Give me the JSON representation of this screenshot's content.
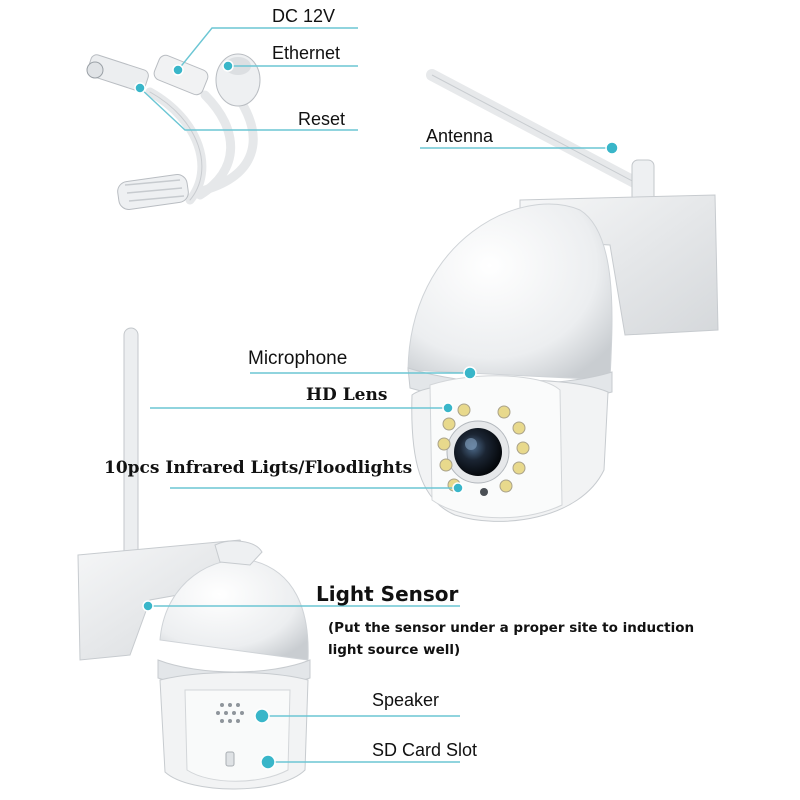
{
  "labels": {
    "dc": "DC 12V",
    "ethernet": "Ethernet",
    "reset": "Reset",
    "antenna": "Antenna",
    "microphone": "Microphone",
    "hd_lens": "HD Lens",
    "infrared": "10pcs Infrared Ligts/Floodlights",
    "light_sensor": "Light Sensor",
    "light_sensor_note": "(Put the sensor under a proper site to induction light source well)",
    "speaker": "Speaker",
    "sd_card": "SD Card Slot"
  },
  "colors": {
    "leader_line": "#6cc6d4",
    "marker_dot": "#39b6c9",
    "camera_white": "#f3f4f5",
    "camera_shade": "#d9dcdf",
    "text": "#111111"
  }
}
